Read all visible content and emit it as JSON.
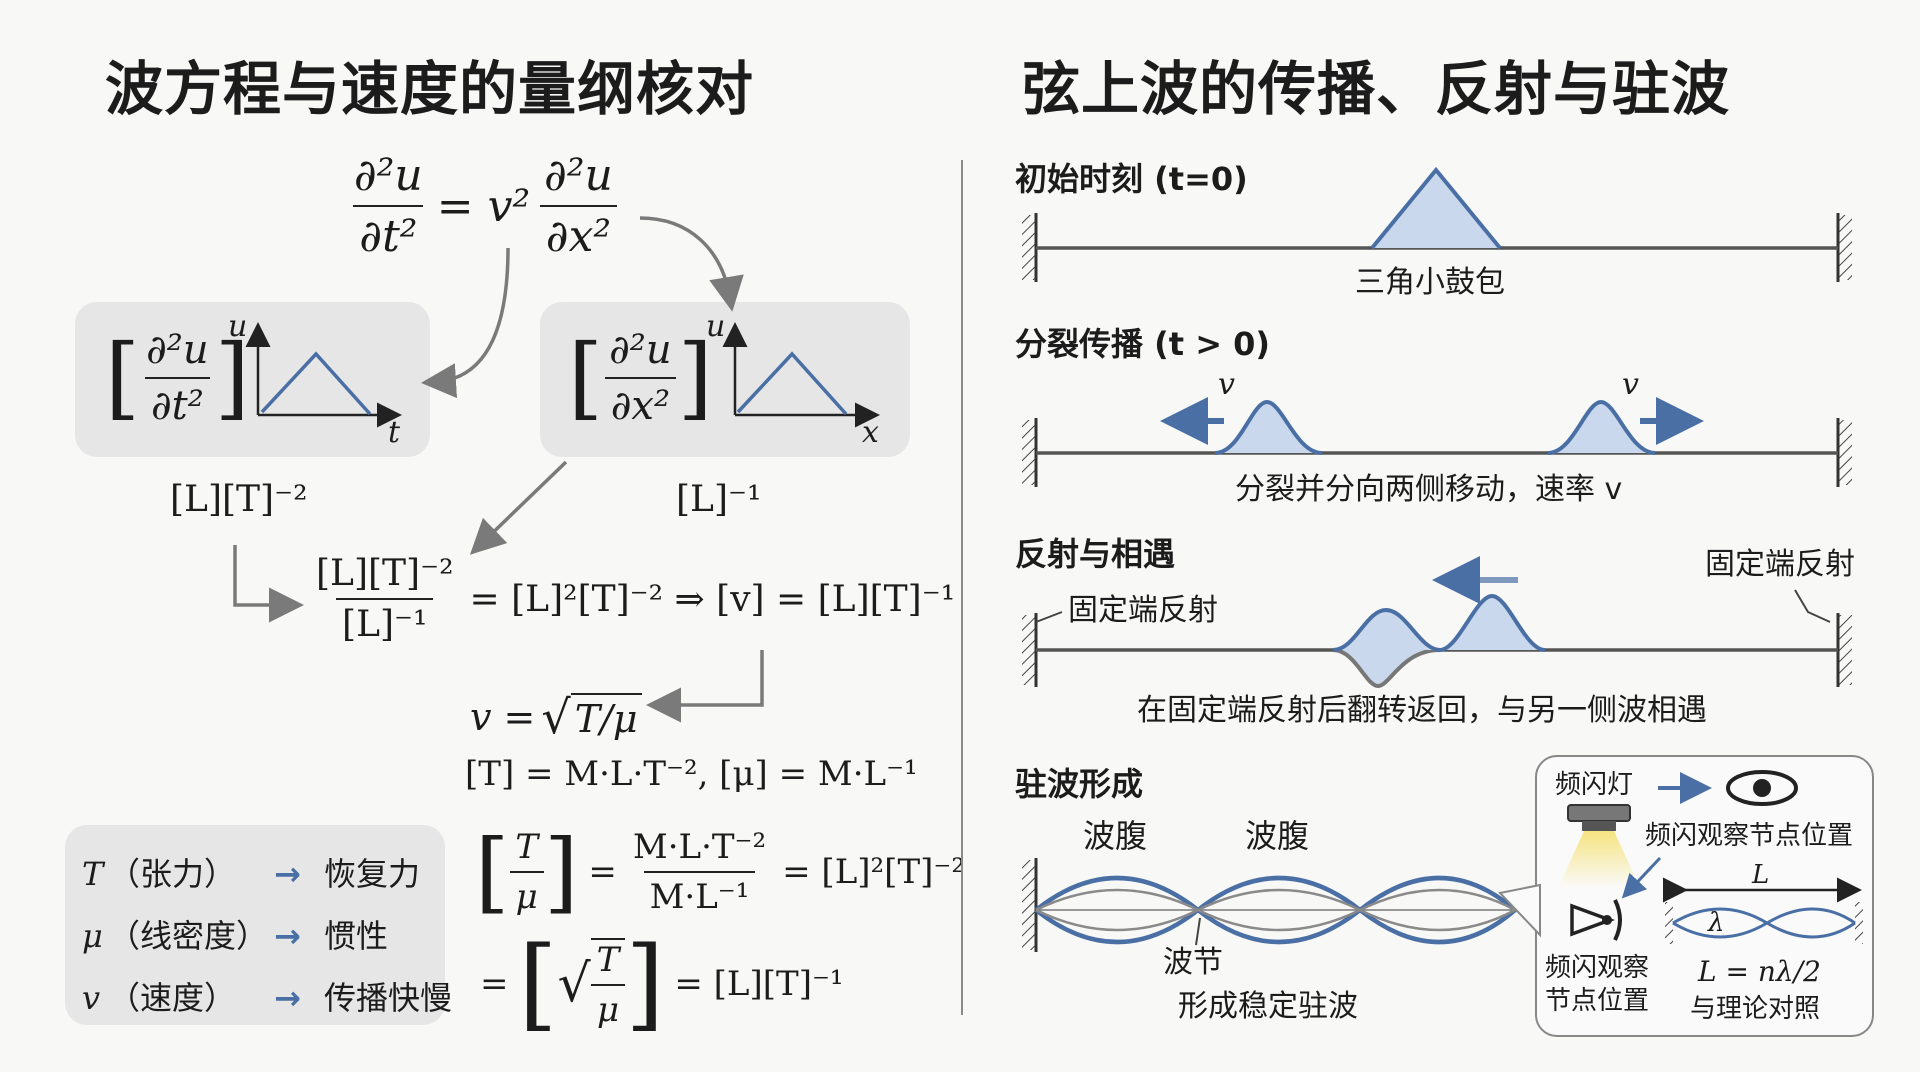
{
  "left": {
    "title": "波方程与速度的量纲核对",
    "wave_eq": {
      "lhs_num": "∂²u",
      "lhs_den": "∂t²",
      "mid": "= v²",
      "rhs_num": "∂²u",
      "rhs_den": "∂x²"
    },
    "panel_t": {
      "num": "∂²u",
      "den": "∂t²",
      "axis_y": "u",
      "axis_x": "t",
      "dim": "[L][T]⁻²"
    },
    "panel_x": {
      "num": "∂²u",
      "den": "∂x²",
      "axis_y": "u",
      "axis_x": "x",
      "dim": "[L]⁻¹"
    },
    "ratio": {
      "num": "[L][T]⁻²",
      "den": "[L]⁻¹",
      "rest": "= [L]²[T]⁻² ⇒ [v] = [L][T]⁻¹"
    },
    "velocity": {
      "lhs": "v =",
      "rad": "T/μ"
    },
    "dims_line": "[T] = M·L·T⁻², [μ] = M·L⁻¹",
    "check1": {
      "bnum": "T",
      "bden": "μ",
      "eq": "=",
      "num": "M·L·T⁻²",
      "den": "M·L⁻¹",
      "rest": "= [L]²[T]⁻²"
    },
    "check2": {
      "eq": "=",
      "num": "T",
      "den": "μ",
      "rest": "= [L][T]⁻¹"
    },
    "legend": [
      {
        "sym": "T",
        "desc": "（张力）",
        "arrow": "→",
        "meaning": "恢复力"
      },
      {
        "sym": "μ",
        "desc": "（线密度）",
        "arrow": "→",
        "meaning": "惯性"
      },
      {
        "sym": "v",
        "desc": "（速度）",
        "arrow": "→",
        "meaning": "传播快慢"
      }
    ]
  },
  "right": {
    "title": "弦上波的传播、反射与驻波",
    "s1": {
      "heading": "初始时刻 (t=0)",
      "caption": "三角小鼓包"
    },
    "s2": {
      "heading": "分裂传播 (t > 0)",
      "v_left": "v",
      "v_right": "v",
      "caption": "分裂并分向两侧移动，速率 v"
    },
    "s3": {
      "heading": "反射与相遇",
      "left_label": "固定端反射",
      "right_label": "固定端反射",
      "caption": "在固定端反射后翻转返回，与另一侧波相遇"
    },
    "s4": {
      "heading": "驻波形成",
      "antinode1": "波腹",
      "antinode2": "波腹",
      "node": "波节",
      "caption": "形成稳定驻波",
      "strobe": "频闪灯",
      "observe_top": "频闪观察节点位置",
      "observe_eye_1": "频闪观察",
      "observe_eye_2": "节点位置",
      "L_label": "L",
      "lambda_label": "λ",
      "formula": "L = nλ/2",
      "compare": "与理论对照"
    }
  },
  "colors": {
    "accent": "#4a6fa5",
    "fill": "#c9d8ec",
    "panel": "#e6e6e6",
    "string": "#555555"
  }
}
